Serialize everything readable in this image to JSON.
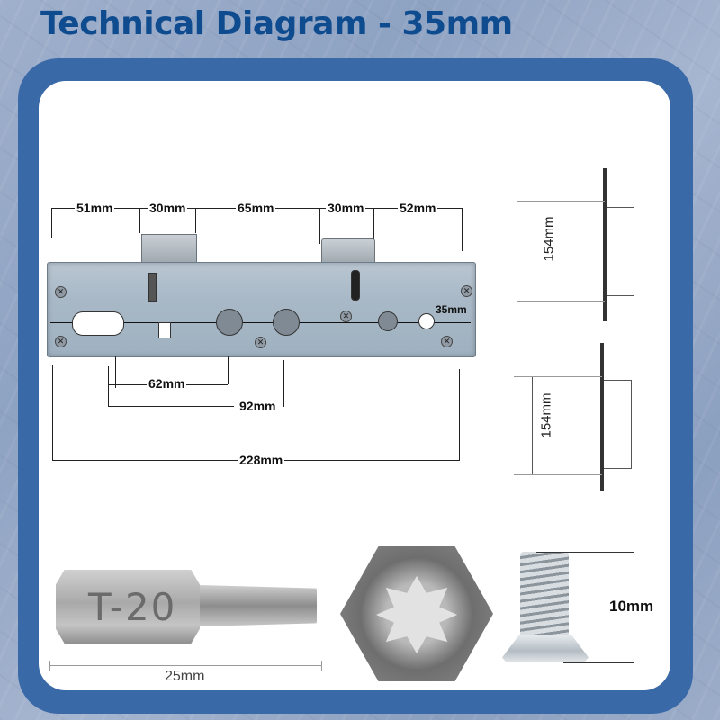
{
  "title": "Technical Diagram - 35mm",
  "colors": {
    "title": "#0f4c8f",
    "frame": "#3a69a8",
    "panel": "#ffffff",
    "background": "#9fb0cc"
  },
  "lock": {
    "top_dimensions": [
      "51mm",
      "30mm",
      "65mm",
      "30mm",
      "52mm"
    ],
    "backset_label": "35mm",
    "bottom_dimensions": {
      "lever_to_keyway": "62mm",
      "lever_to_spindle": "92mm",
      "overall_length": "228mm"
    }
  },
  "side_views": [
    {
      "label": "154mm"
    },
    {
      "label": "154mm"
    }
  ],
  "accessories": {
    "bit": {
      "engraving": "T-20",
      "length": "25mm"
    },
    "torx_head": {
      "name": "torx-hex-end"
    },
    "screw": {
      "length": "10mm"
    }
  }
}
